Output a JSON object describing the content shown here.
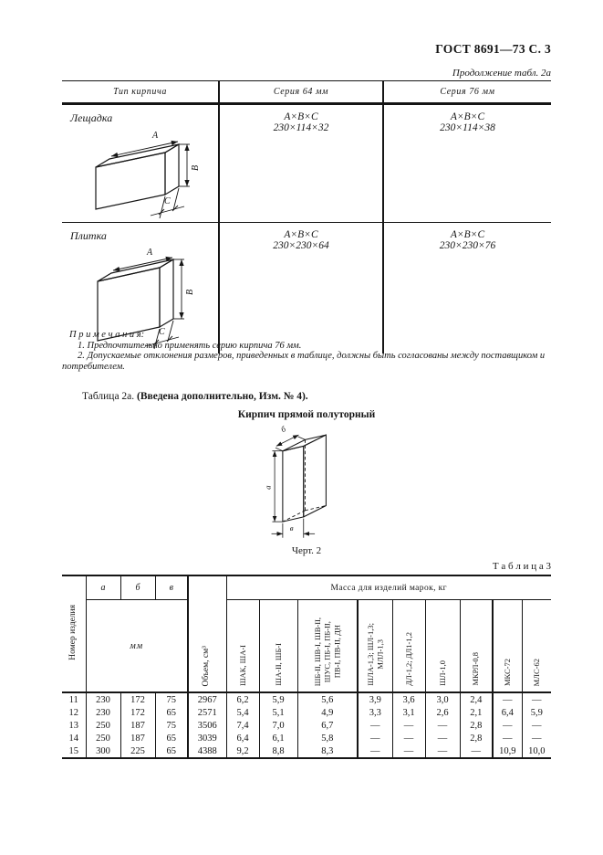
{
  "page": {
    "gost_header": "ГОСТ 8691—73 С. 3",
    "continuation": "Продолжение табл. 2а"
  },
  "table2a": {
    "col_headers": [
      "Тип кирпича",
      "Серия 64 мм",
      "Серия 76 мм"
    ],
    "rows": [
      {
        "type": "Лещадка",
        "formula": "А×В×С",
        "size64": "230×114×32",
        "size76": "230×114×38"
      },
      {
        "type": "Плитка",
        "formula": "А×В×С",
        "size64": "230×230×64",
        "size76": "230×230×76"
      }
    ],
    "dim_labels": {
      "A": "А",
      "B": "В",
      "C": "С"
    }
  },
  "notes": {
    "title": "П р и м е ч а н и я:",
    "items": [
      "1. Предпочтительно применять серию кирпича 76 мм.",
      "2. Допускаемые отклонения размеров, приведенных в таблице, должны быть согласованы между поставщиком и потребителем."
    ]
  },
  "amendment": {
    "prefix": "Таблица 2а. ",
    "bold": "(Введена дополнительно, Изм. № 4)."
  },
  "figure": {
    "title": "Кирпич прямой полуторный",
    "caption": "Черт. 2",
    "dim_labels": {
      "a": "а",
      "b": "б",
      "v": "в"
    }
  },
  "table3": {
    "label": "Т а б л и ц а  3",
    "headers": {
      "item_no": "Номер изделия",
      "a": "а",
      "b": "б",
      "v": "в",
      "mm": "мм",
      "volume": "Объем, см³",
      "mass_band": "Масса для изделий марок, кг",
      "marks": [
        "ШАК, ША-I",
        "ША-II, ШБ-I",
        "ШБ-II, ШВ-I, ШВ-II,\nШУС, ПБ-I, ПБ-II,\nПВ-I, ПВ-II, ДН",
        "ШЛА-1,3; ШЛ-1,3;\nМЛЛ-1,3",
        "ДЛ-1,2; ДЛ1-1,2",
        "ШЛ-1,0",
        "МКРЛ-0,8",
        "МКС-72",
        "МЛС-62"
      ]
    },
    "rows": [
      {
        "no": "11",
        "values": [
          "230",
          "172",
          "75",
          "2967",
          "6,2",
          "5,9",
          "5,6",
          "3,9",
          "3,6",
          "3,0",
          "2,4",
          "—",
          "—"
        ]
      },
      {
        "no": "12",
        "values": [
          "230",
          "172",
          "65",
          "2571",
          "5,4",
          "5,1",
          "4,9",
          "3,3",
          "3,1",
          "2,6",
          "2,1",
          "6,4",
          "5,9"
        ]
      },
      {
        "no": "13",
        "values": [
          "250",
          "187",
          "75",
          "3506",
          "7,4",
          "7,0",
          "6,7",
          "—",
          "—",
          "—",
          "2,8",
          "—",
          "—"
        ]
      },
      {
        "no": "14",
        "values": [
          "250",
          "187",
          "65",
          "3039",
          "6,4",
          "6,1",
          "5,8",
          "—",
          "—",
          "—",
          "2,8",
          "—",
          "—"
        ]
      },
      {
        "no": "15",
        "values": [
          "300",
          "225",
          "65",
          "4388",
          "9,2",
          "8,8",
          "8,3",
          "—",
          "—",
          "—",
          "—",
          "10,9",
          "10,0"
        ]
      }
    ]
  }
}
